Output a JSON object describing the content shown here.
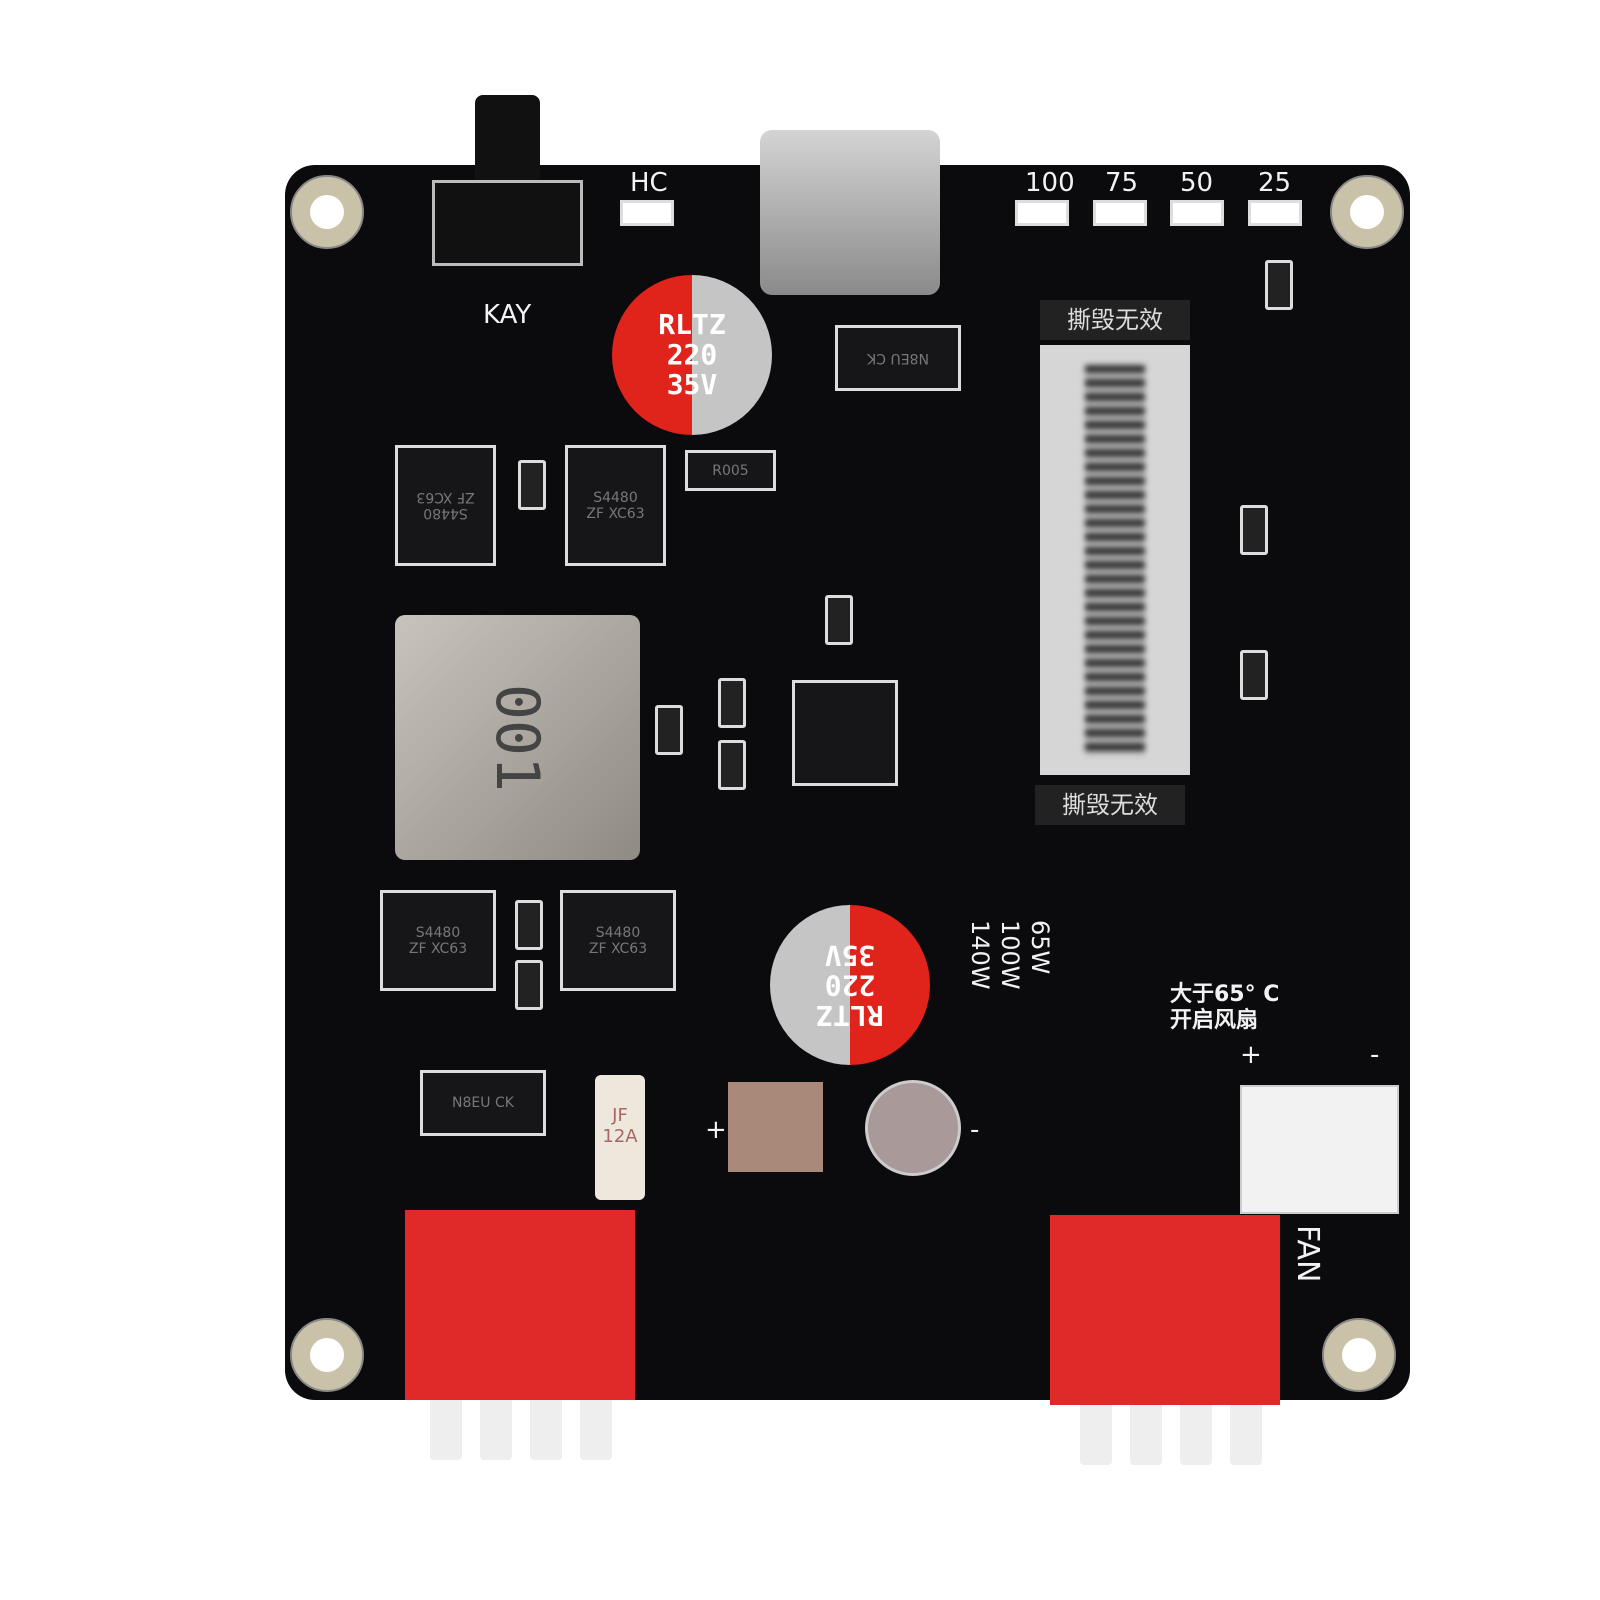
{
  "board": {
    "labels": {
      "button": "KAY",
      "hc_led": "HC",
      "fan": "FAN",
      "fan_plus": "+",
      "fan_minus": "-",
      "power": [
        "65W",
        "100W",
        "140W"
      ],
      "fan_note_line1": "大于65° C",
      "fan_note_line2": "开启风扇",
      "seal": "撕毁无效",
      "input_plus": "+",
      "input_minus": "-"
    },
    "led_levels": [
      "100",
      "75",
      "50",
      "25"
    ],
    "capacitor": {
      "line1": "RLTZ",
      "line2": "220",
      "line3": "35V"
    },
    "inductor": "001",
    "mosfet": {
      "line1": "S4480",
      "line2": "ZF XC63"
    },
    "diode": "N8EU CK",
    "resistor": "R005",
    "fuse": {
      "line1": "JF",
      "line2": "12A"
    },
    "colors": {
      "pcb": "#0b0b0e",
      "connector": "#e02a2a",
      "capacitor": "#e0231b"
    }
  }
}
